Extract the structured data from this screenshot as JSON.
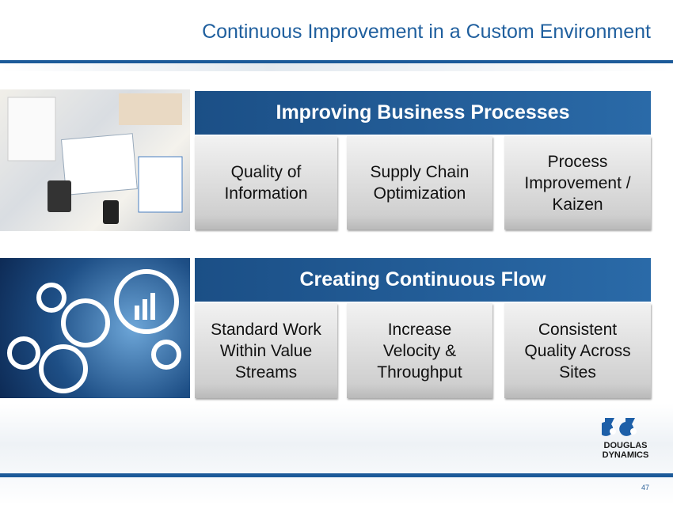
{
  "title": "Continuous Improvement in a Custom Environment",
  "sections": [
    {
      "header": "Improving Business Processes",
      "items": [
        "Quality of Information",
        "Supply Chain Optimization",
        "Process Improvement / Kaizen"
      ]
    },
    {
      "header": "Creating Continuous Flow",
      "items": [
        "Standard Work Within Value Streams",
        "Increase Velocity & Throughput",
        "Consistent Quality Across Sites"
      ]
    }
  ],
  "logo": {
    "line1": "DOUGLAS",
    "line2": "DYNAMICS"
  },
  "page_number": "47",
  "colors": {
    "brand": "#1c5a99"
  }
}
